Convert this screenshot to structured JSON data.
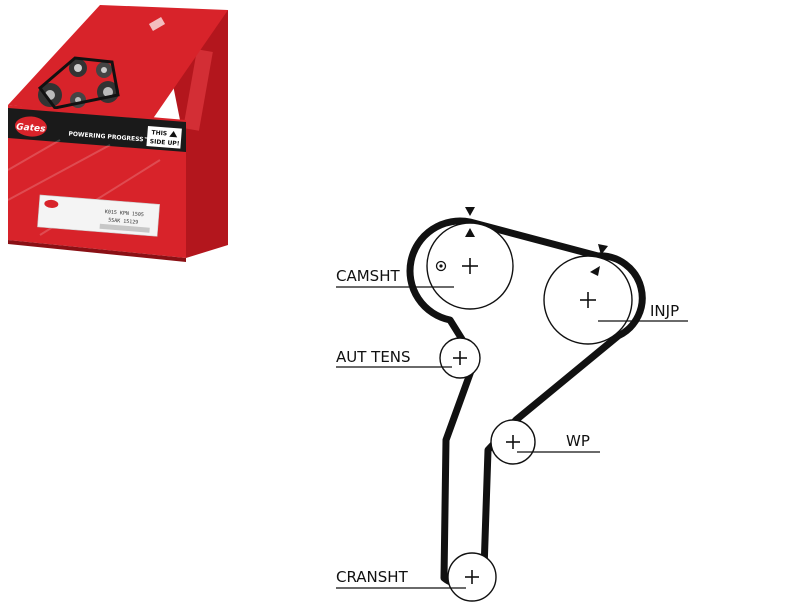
{
  "product_box": {
    "brand": "Gates",
    "slogan": "POWERING PROGRESS™",
    "side_up_line1": "THIS",
    "side_up_line2": "SIDE UP!",
    "label_part": "K015 KPN 1505",
    "label_code": "5SAK 15129",
    "colors": {
      "red": "#d8232a",
      "dark_red": "#a8161c",
      "black": "#1a1a1a"
    }
  },
  "diagram": {
    "labels": {
      "camshaft": "CAMSHT",
      "injection_pump": "INJP",
      "auto_tensioner": "AUT TENS",
      "water_pump": "WP",
      "crankshaft": "CRANSHT"
    },
    "icons": [
      "plus-icon",
      "timing-mark-icon",
      "rotation-mark-icon"
    ]
  }
}
